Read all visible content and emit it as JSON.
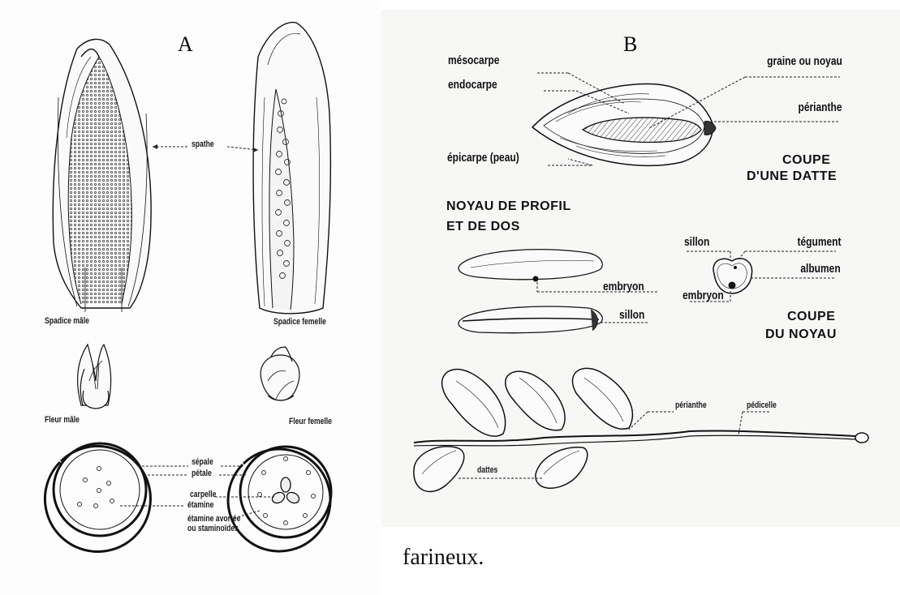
{
  "panel_a": {
    "letter": "A",
    "spathe_label": "spathe",
    "spadix_male_label": "Spadice mâle",
    "spadix_female_label": "Spadice femelle",
    "flower_male_label": "Fleur mâle",
    "flower_female_label": "Fleur femelle",
    "sepal_label": "sépale",
    "petal_label": "pétale",
    "carpel_label": "carpelle",
    "stamen_label": "étamine",
    "aborted_label_line1": "étamine avortée",
    "aborted_label_line2": "ou staminoïdes"
  },
  "panel_b": {
    "letter": "B",
    "mesocarp": "mésocarpe",
    "endocarp": "endocarpe",
    "epicarp": "épicarpe (peau)",
    "seed": "graine ou noyau",
    "perianth": "périanthe",
    "section_date_line1": "COUPE",
    "section_date_line2": "D'UNE DATTE",
    "pit_profile_line1": "NOYAU DE PROFIL",
    "pit_profile_line2": "ET DE DOS",
    "embryo": "embryon",
    "groove": "sillon",
    "groove2": "sillon",
    "tegument": "tégument",
    "albumen": "albumen",
    "embryo2": "embryon",
    "section_pit_line1": "COUPE",
    "section_pit_line2": "DU NOYAU",
    "branch_perianth": "périanthe",
    "pedicel": "pédicelle",
    "dates": "dattes"
  },
  "caption": "farineux."
}
